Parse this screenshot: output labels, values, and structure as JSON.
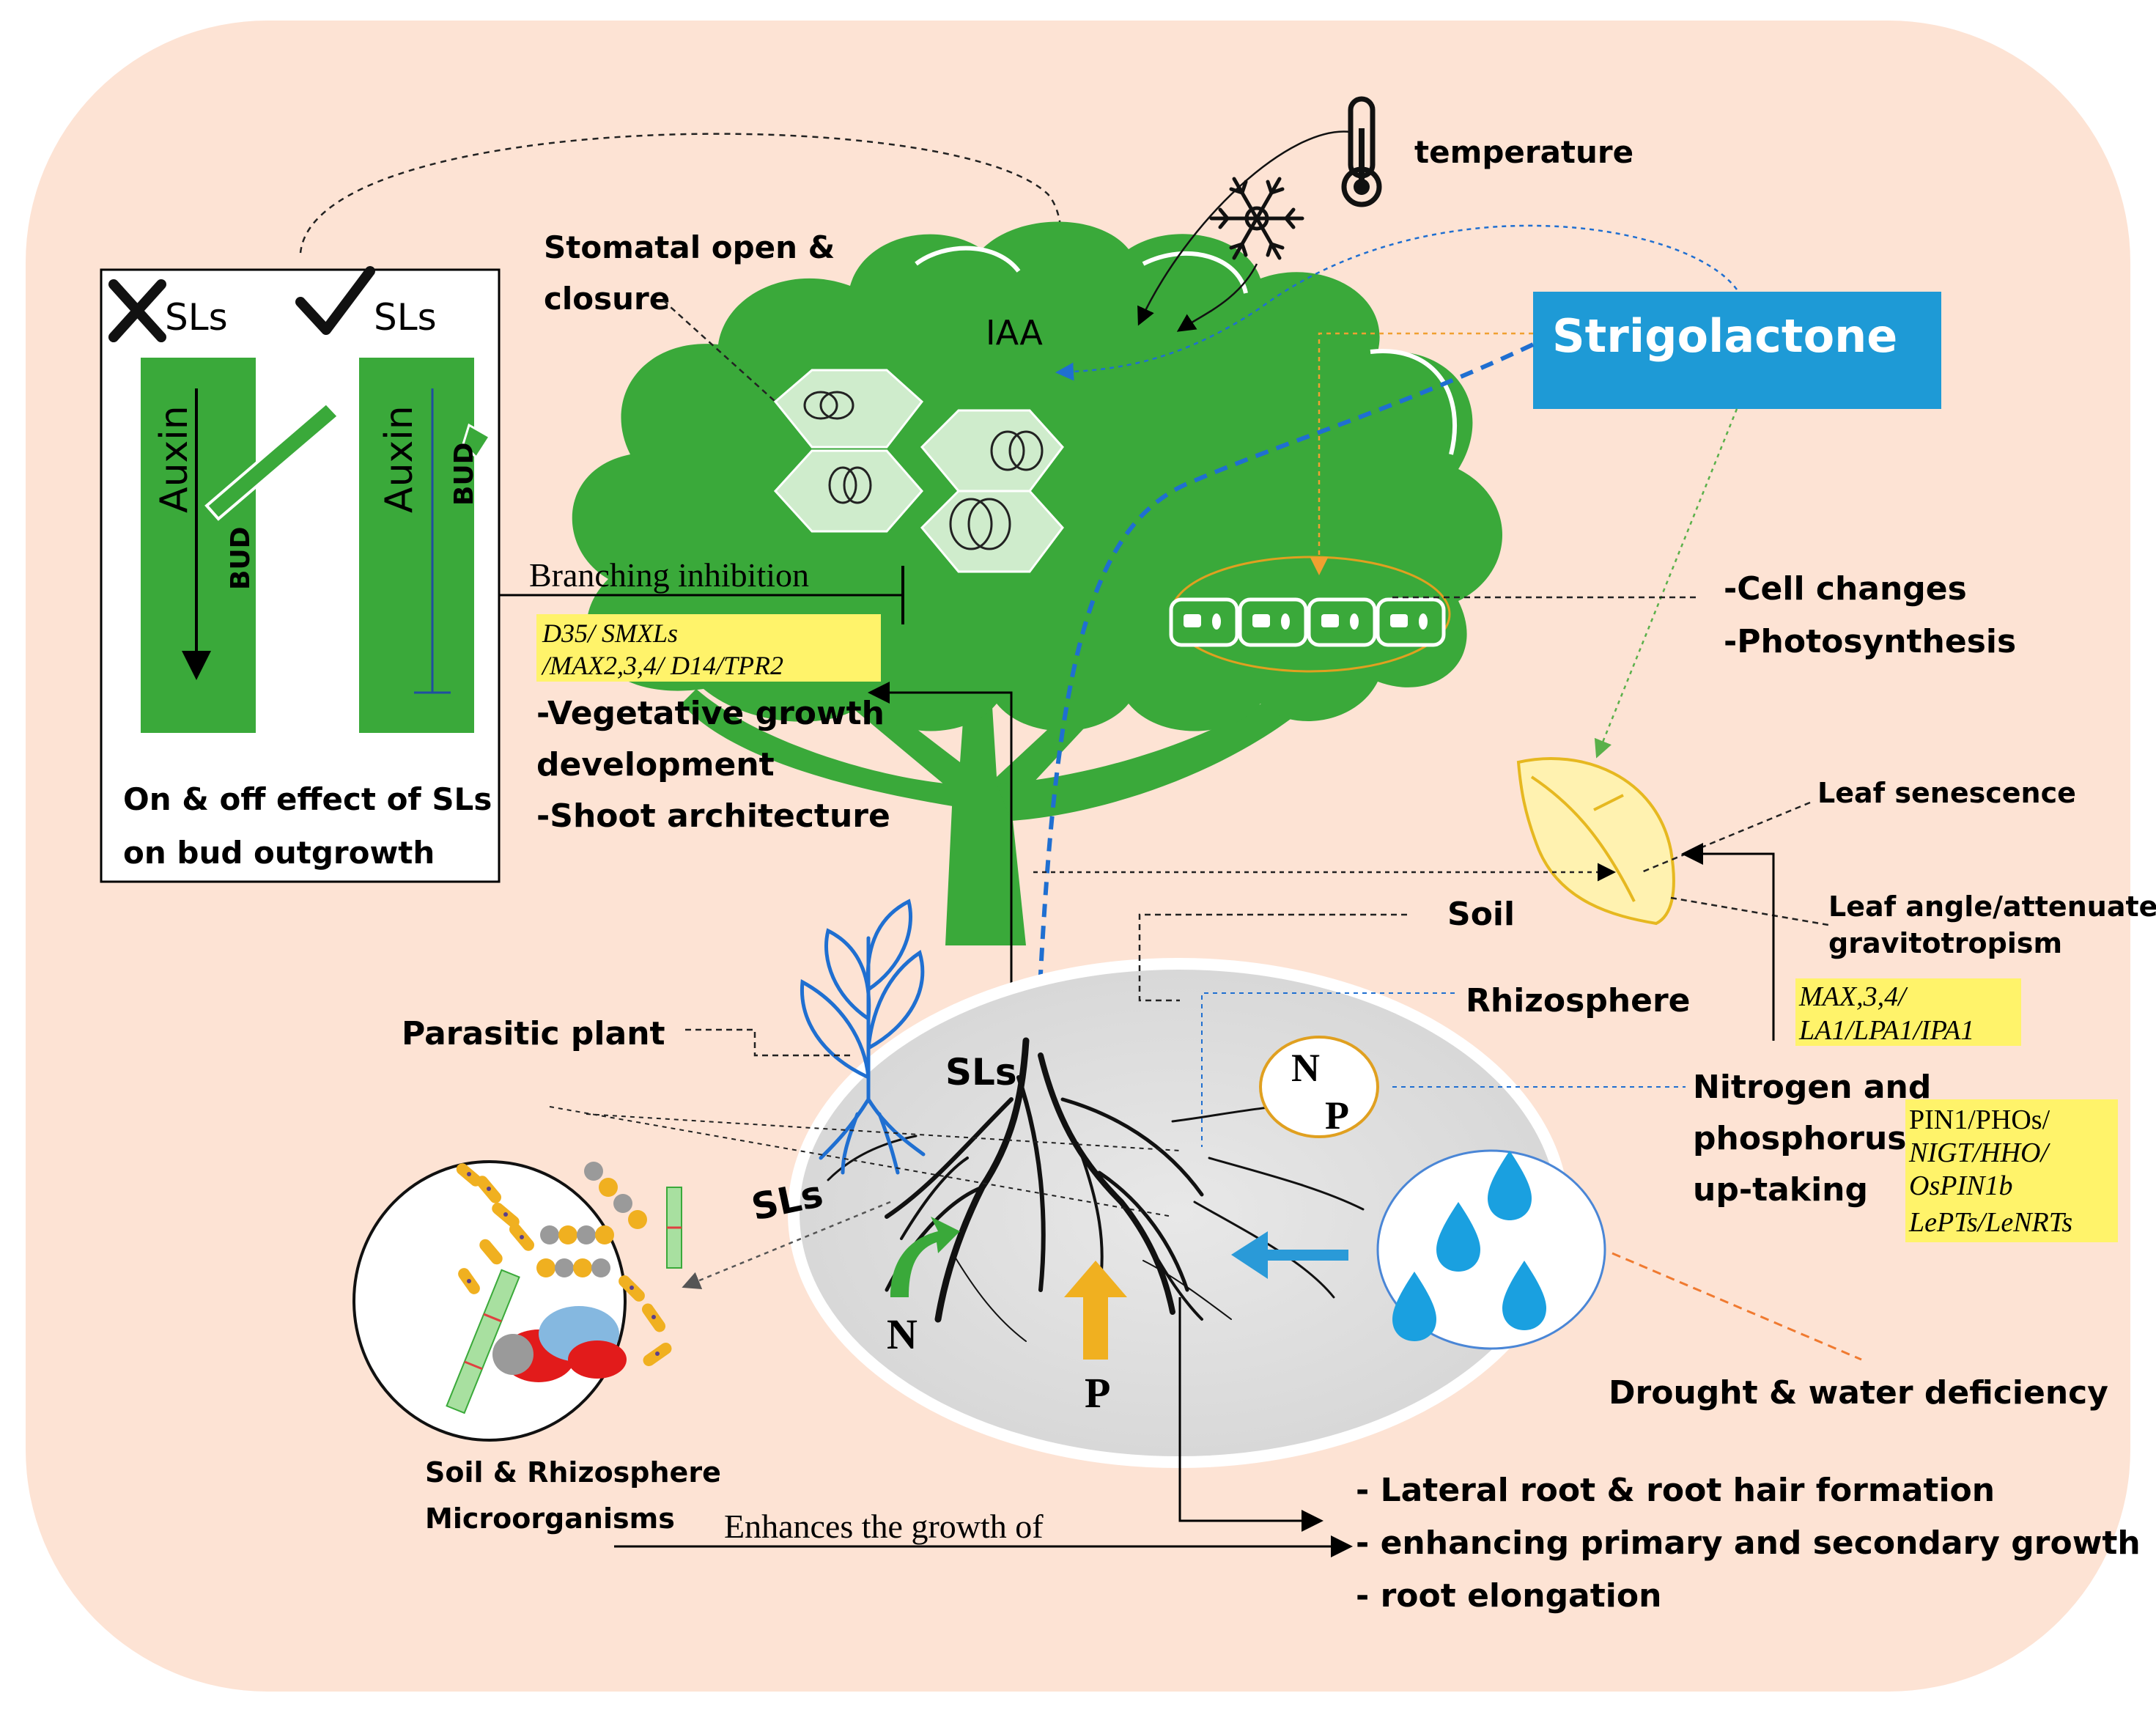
{
  "colors": {
    "background": "#fde3d4",
    "tree_green": "#3aa93a",
    "strigolactone_box": "#1e9ad6",
    "highlight_yellow": "#fff36a",
    "water_blue": "#1aa0e0",
    "arrow_blue": "#1f6fd1",
    "arrow_orange": "#f0a030",
    "drought_dash": "#f07a30"
  },
  "labels": {
    "temperature": "temperature",
    "stomatal_line1": "Stomatal open &",
    "stomatal_line2": "closure",
    "iaa": "IAA",
    "strigolactone": "Strigolactone",
    "bud_box_no_sls": "SLs",
    "bud_box_sls": "SLs",
    "auxin_left": "Auxin",
    "auxin_right": "Auxin",
    "bud_left": "BUD",
    "bud_right": "BUD",
    "bud_caption_line1": "On & off effect of SLs",
    "bud_caption_line2": "on bud outgrowth",
    "branching_inhibition": "Branching inhibition",
    "genes_branch_line1": "D35/ SMXLs",
    "genes_branch_line2": "/MAX2,3,4/ D14/TPR2",
    "veg_growth_line1": "-Vegetative growth",
    "veg_growth_line2": "development",
    "shoot_architecture": "-Shoot architecture",
    "cell_changes": "-Cell changes",
    "photosynthesis": "-Photosynthesis",
    "leaf_senescence": "Leaf senescence",
    "leaf_angle_line1": "Leaf angle/attenuate",
    "leaf_angle_line2": "gravitotropism",
    "genes_leaf_line1": "MAX,3,4/",
    "genes_leaf_line2": "LA1/LPA1/IPA1",
    "soil": "Soil",
    "rhizosphere": "Rhizosphere",
    "parasitic_plant": "Parasitic plant",
    "sls_root": "SLs",
    "sls_left": "SLs",
    "np_n": "N",
    "np_p": "P",
    "nitrogen_line1": "Nitrogen and",
    "nitrogen_line2": "phosphorus",
    "nitrogen_line3": "up-taking",
    "genes_np_line1": "PIN1/PHOs/",
    "genes_np_line2": "NIGT/HHO/",
    "genes_np_line3": "OsPIN1b",
    "genes_np_line4": "LePTs/LeNRTs",
    "arrow_n": "N",
    "arrow_p": "P",
    "drought": "Drought & water deficiency",
    "micro_line1": "Soil & Rhizosphere",
    "micro_line2": "Microorganisms",
    "enhances": "Enhances the growth of",
    "root_effect1": "- Lateral root & root hair formation",
    "root_effect2": "- enhancing primary and secondary growth",
    "root_effect3": "- root elongation"
  },
  "icons": [
    "thermometer-icon",
    "snowflake-icon",
    "leaf-icon",
    "seedling-icon",
    "water-drops-icon",
    "cross-icon",
    "check-icon"
  ]
}
